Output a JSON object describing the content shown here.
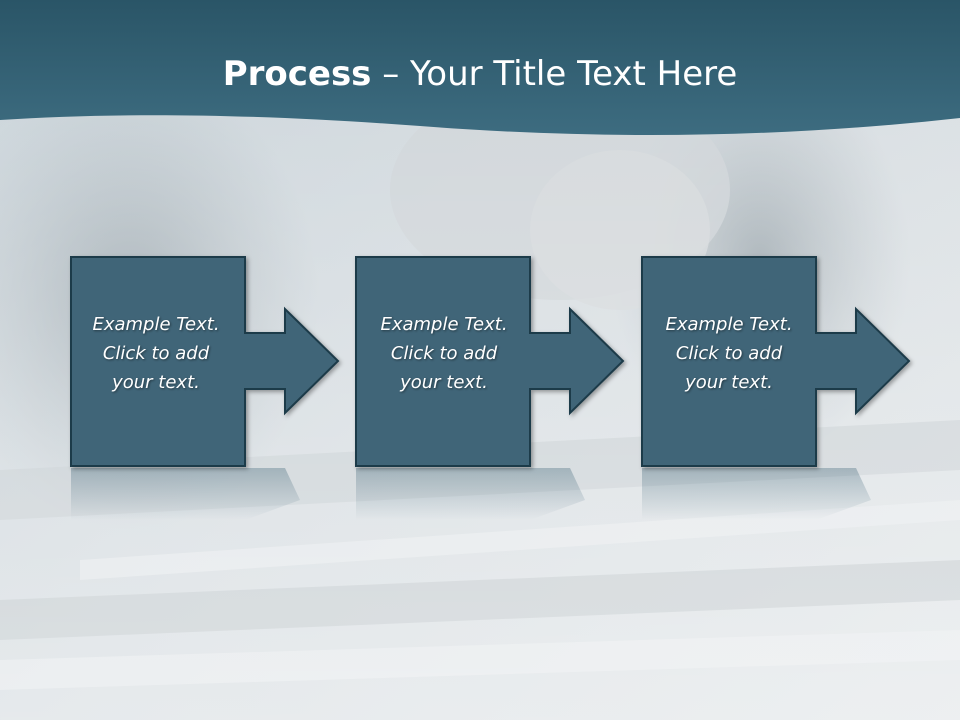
{
  "slide": {
    "title_bold": "Process",
    "title_rest": " – Your Title Text Here"
  },
  "steps": [
    {
      "line1": "Example Text.",
      "line2": "Click  to add",
      "line3": "your text."
    },
    {
      "line1": "Example Text.",
      "line2": "Click  to add",
      "line3": "your text."
    },
    {
      "line1": "Example Text.",
      "line2": "Click  to add",
      "line3": "your text."
    }
  ],
  "colors": {
    "header": "#2f5e70",
    "box_fill": "#3f6578",
    "box_stroke": "#1f3a48",
    "text": "#ffffff"
  }
}
